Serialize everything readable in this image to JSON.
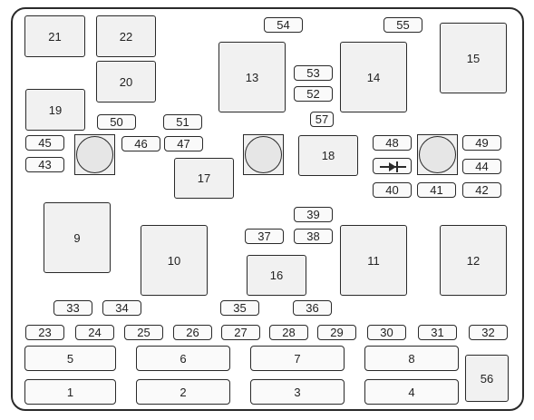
{
  "fuse_box": {
    "large": {
      "b21": "21",
      "b22": "22",
      "b20": "20",
      "b19": "19",
      "b13": "13",
      "b14": "14",
      "b15": "15",
      "b18": "18",
      "b17": "17",
      "b9": "9",
      "b10": "10",
      "b11": "11",
      "b12": "12",
      "b16": "16",
      "b56": "56"
    },
    "small": {
      "s54": "54",
      "s55": "55",
      "s53": "53",
      "s52": "52",
      "s57": "57",
      "s50": "50",
      "s51": "51",
      "s45": "45",
      "s43": "43",
      "s46": "46",
      "s47": "47",
      "s48": "48",
      "s49": "49",
      "s44": "44",
      "s40": "40",
      "s41": "41",
      "s42": "42",
      "s39": "39",
      "s37": "37",
      "s38": "38",
      "s33": "33",
      "s34": "34",
      "s35": "35",
      "s36": "36",
      "s23": "23",
      "s24": "24",
      "s25": "25",
      "s26": "26",
      "s27": "27",
      "s28": "28",
      "s29": "29",
      "s30": "30",
      "s31": "31",
      "s32": "32"
    },
    "bottom": {
      "f5": "5",
      "f6": "6",
      "f7": "7",
      "f8": "8",
      "f1": "1",
      "f2": "2",
      "f3": "3",
      "f4": "4"
    }
  },
  "colors": {
    "outline": "#2a2a2a",
    "fill": "#f1f1f1",
    "text": "#222222"
  },
  "icons": {
    "relay": "relay-circle-icon",
    "diode": "diode-icon"
  }
}
